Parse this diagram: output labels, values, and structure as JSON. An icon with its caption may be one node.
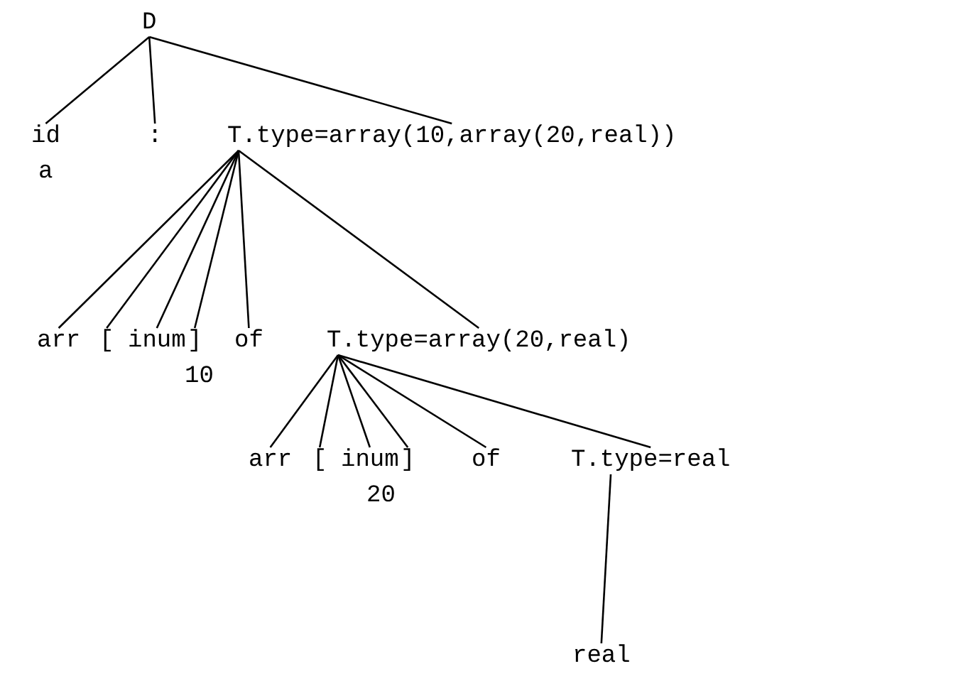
{
  "diagram": {
    "nodes": [
      {
        "text": [
          "D"
        ]
      },
      {
        "text": [
          "id"
        ],
        "beside": [
          "a"
        ]
      },
      {
        "text": [
          ":"
        ]
      },
      {
        "text": [
          "T.type=array(10,array(20,real))"
        ]
      },
      {
        "text": [
          "arr"
        ]
      },
      {
        "text": [
          "["
        ]
      },
      {
        "text": [
          "inum"
        ],
        "beside": [
          "10"
        ]
      },
      {
        "text": [
          "]"
        ]
      },
      {
        "text": [
          "of"
        ]
      },
      {
        "text": [
          "T.type=array(20,real)"
        ]
      },
      {
        "text": [
          "arr"
        ]
      },
      {
        "text": [
          "["
        ]
      },
      {
        "text": [
          "inum"
        ],
        "beside": [
          "20"
        ]
      },
      {
        "text": [
          "]"
        ]
      },
      {
        "text": [
          "of"
        ]
      },
      {
        "text": [
          "T.type=real"
        ]
      },
      {
        "text": [
          "real"
        ]
      }
    ],
    "edges": [
      {
        "from": 0,
        "to": 1,
        "arrow": "none"
      },
      {
        "from": 0,
        "to": 2,
        "arrow": "none"
      },
      {
        "from": 0,
        "to": 3,
        "arrow": "none"
      },
      {
        "from": 3,
        "to": 4,
        "arrow": "none"
      },
      {
        "from": 3,
        "to": 5,
        "arrow": "none"
      },
      {
        "from": 3,
        "to": 6,
        "arrow": "none"
      },
      {
        "from": 3,
        "to": 7,
        "arrow": "none"
      },
      {
        "from": 3,
        "to": 8,
        "arrow": "none"
      },
      {
        "from": 3,
        "to": 9,
        "arrow": "none"
      },
      {
        "from": 9,
        "to": 10,
        "arrow": "none"
      },
      {
        "from": 9,
        "to": 11,
        "arrow": "none"
      },
      {
        "from": 9,
        "to": 12,
        "arrow": "none"
      },
      {
        "from": 9,
        "to": 13,
        "arrow": "none"
      },
      {
        "from": 9,
        "to": 14,
        "arrow": "none"
      },
      {
        "from": 9,
        "to": 15,
        "arrow": "none"
      },
      {
        "from": 15,
        "to": 16,
        "arrow": "none"
      }
    ]
  }
}
